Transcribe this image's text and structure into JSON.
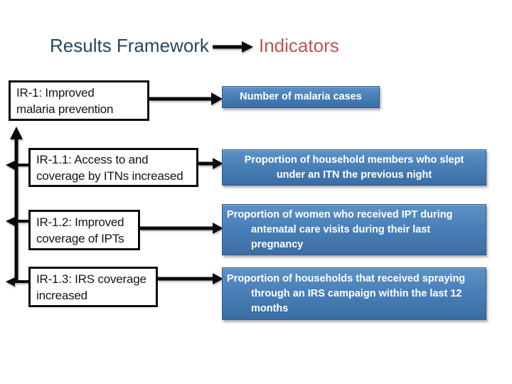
{
  "slide": {
    "title_left": "Results Framework",
    "title_right": "Indicators",
    "framework_boxes": [
      {
        "id": "IR-1",
        "label": "IR-1: Improved malaria prevention"
      },
      {
        "id": "IR-1.1",
        "label": "IR-1.1: Access to and coverage by ITNs increased"
      },
      {
        "id": "IR-1.2",
        "label": "IR-1.2: Improved coverage of IPTs"
      },
      {
        "id": "IR-1.3",
        "label": "IR-1.3: IRS coverage increased"
      }
    ],
    "indicator_boxes": [
      {
        "label": "Number of malaria cases"
      },
      {
        "label": "Proportion of household members who slept under an ITN the previous night"
      },
      {
        "label": "Proportion of women who received IPT during antenatal care visits during their last pregnancy"
      },
      {
        "label": "Proportion of households that received spraying through an IRS campaign within the last 12 months"
      }
    ],
    "icons": {
      "title_arrow": "black-right-arrow",
      "trunk_arrow": "black-up-arrow",
      "row_arrows": "black-right-arrow",
      "subresult_arrows": "black-left-arrow"
    }
  },
  "colors": {
    "title_left": "#27485f",
    "title_right": "#c0544f",
    "blue_top": "#5d92c6",
    "blue_bottom": "#3a6da3",
    "blue_border": "#2e5c8c",
    "arrow_black": "#0a0a0a",
    "box_border": "#0b0b0b",
    "box_text": "#141414",
    "indicator_text": "#ffffff"
  }
}
